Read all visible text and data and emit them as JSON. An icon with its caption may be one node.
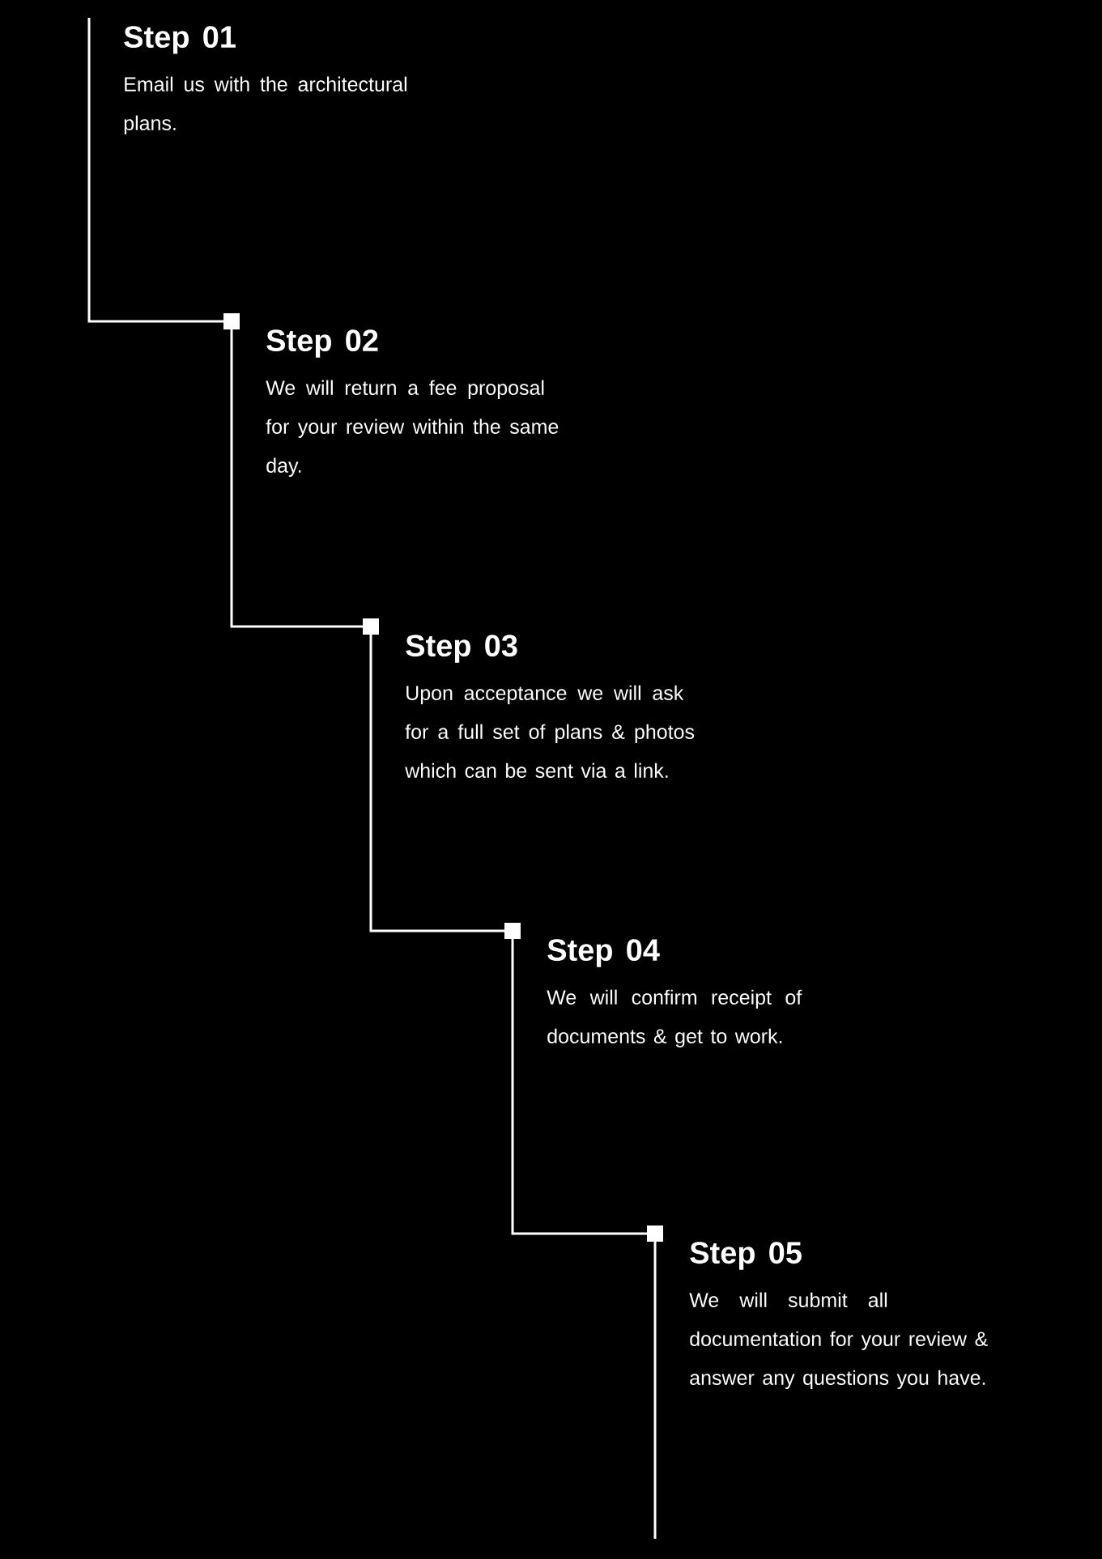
{
  "diagram": {
    "nodes": [
      {
        "text": [
          "Step 01",
          "Email us with the architectural plans."
        ]
      },
      {
        "text": [
          "Step 02",
          "We will return a fee proposal for your review within the same day."
        ]
      },
      {
        "text": [
          "Step 03",
          "Upon acceptance we will ask for a full set of plans & photos which can be sent via a link."
        ]
      },
      {
        "text": [
          "Step 04",
          "We will confirm receipt of documents & get to work."
        ]
      },
      {
        "text": [
          "Step 05",
          "We will submit all documentation for your review & answer any questions you have."
        ]
      }
    ],
    "edges": [
      {
        "from": 0,
        "to": 1,
        "arrow": "other"
      },
      {
        "from": 1,
        "to": 2,
        "arrow": "other"
      },
      {
        "from": 2,
        "to": 3,
        "arrow": "other"
      },
      {
        "from": 3,
        "to": 4,
        "arrow": "other"
      },
      {
        "from": 4,
        "to": null,
        "arrow": "none"
      }
    ]
  }
}
